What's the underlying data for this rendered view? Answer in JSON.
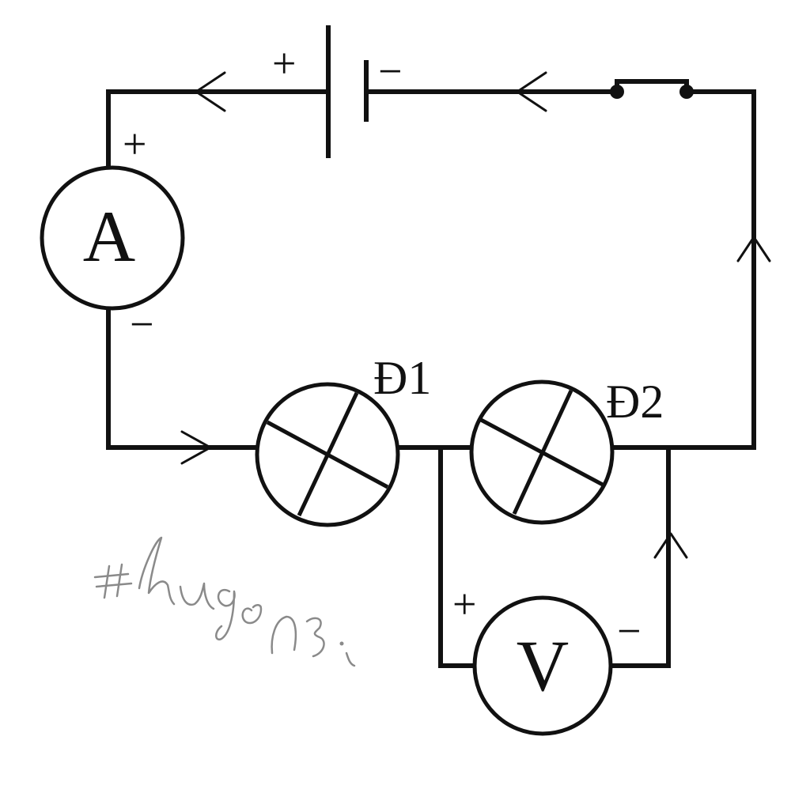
{
  "meters": {
    "ammeter": {
      "letter": "A",
      "plus": "+",
      "minus": "−"
    },
    "voltmeter": {
      "letter": "V",
      "plus": "+",
      "minus": "−"
    }
  },
  "battery": {
    "plus": "+",
    "minus": "−"
  },
  "lamps": {
    "lamp1": {
      "label": "Đ1"
    },
    "lamp2": {
      "label": "Đ2"
    }
  },
  "colors": {
    "ink": "#111111",
    "handwriting": "#8a8a8a",
    "background": "#ffffff"
  }
}
